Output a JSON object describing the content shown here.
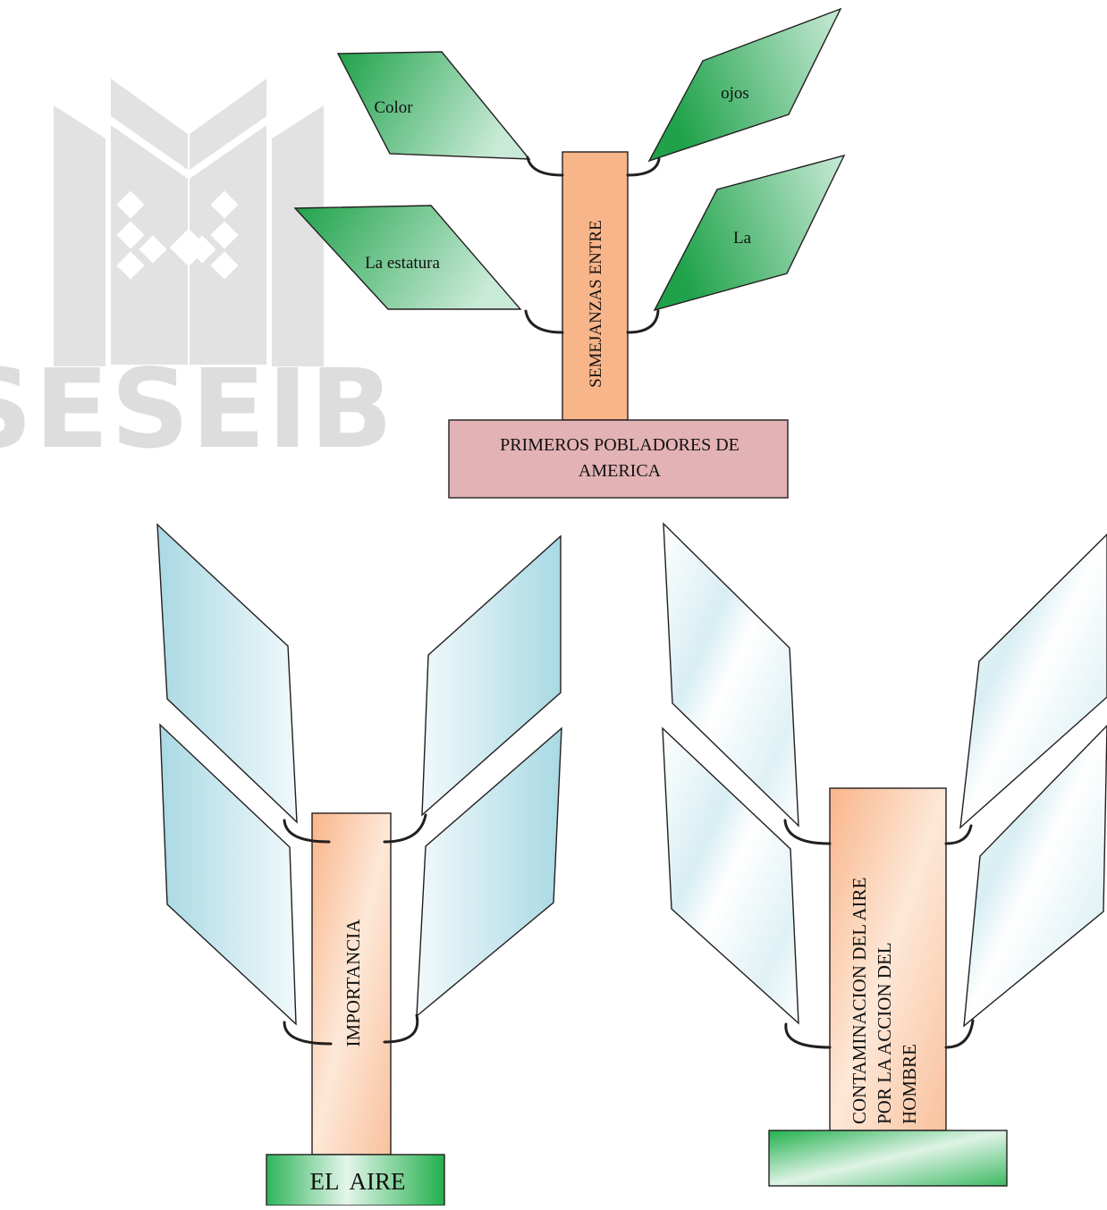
{
  "watermark": {
    "text": "SESEIB",
    "color": "#dddddd"
  },
  "colors": {
    "leaf_green_dark": "#1fa24a",
    "leaf_green_light": "#c8ead6",
    "leaf_blue": "#a9d9e4",
    "trunk_orange": "#f9b58a",
    "trunk_peach": "#fbd1b2",
    "base_pink": "#e3b2b5",
    "base_green": "#22b04d"
  },
  "tree1": {
    "trunk_label": "SEMEJANZAS ENTRE",
    "base_lines": [
      "PRIMEROS POBLADORES DE",
      "AMERICA"
    ],
    "leaves": [
      "Color",
      "ojos",
      "La estatura",
      "La"
    ]
  },
  "tree2": {
    "trunk_label": "IMPORTANCIA",
    "base_label": "EL  AIRE"
  },
  "tree3": {
    "trunk_lines": [
      "CONTAMINACION DEL AIRE",
      "POR LA ACCION DEL",
      "HOMBRE"
    ]
  }
}
